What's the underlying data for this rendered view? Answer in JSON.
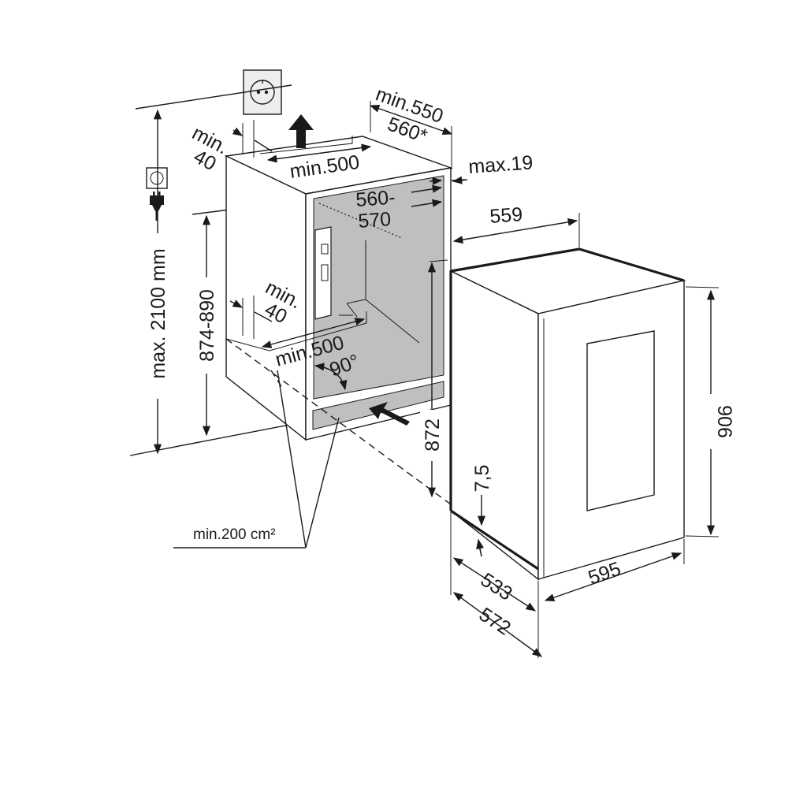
{
  "diagram": {
    "colors": {
      "line": "#1a1a1a",
      "niche_fill": "#bfbfbf",
      "background": "#ffffff"
    },
    "icons": [
      "socket-icon",
      "plug-icon",
      "up-arrow-icon",
      "airflow-arrow-icon"
    ],
    "dimensions": {
      "min_550": "min.550",
      "d_560_star": "560*",
      "min_40_top_a": "min.",
      "min_40_top_b": "40",
      "min_500_top": "min.500",
      "max_19": "max.19",
      "d_560_570_a": "560-",
      "d_560_570_b": "570",
      "d_559": "559",
      "max_2100": "max. 2100 mm",
      "d_874_890": "874-890",
      "min_40_bottom_a": "min.",
      "min_40_bottom_b": "40",
      "min_500_bottom": "min.500",
      "angle_90": "90°",
      "d_872": "872",
      "d_7_5": "7,5",
      "d_906": "906",
      "vent_area": "min.200 cm²",
      "d_533": "533",
      "d_572": "572",
      "d_595": "595"
    }
  }
}
